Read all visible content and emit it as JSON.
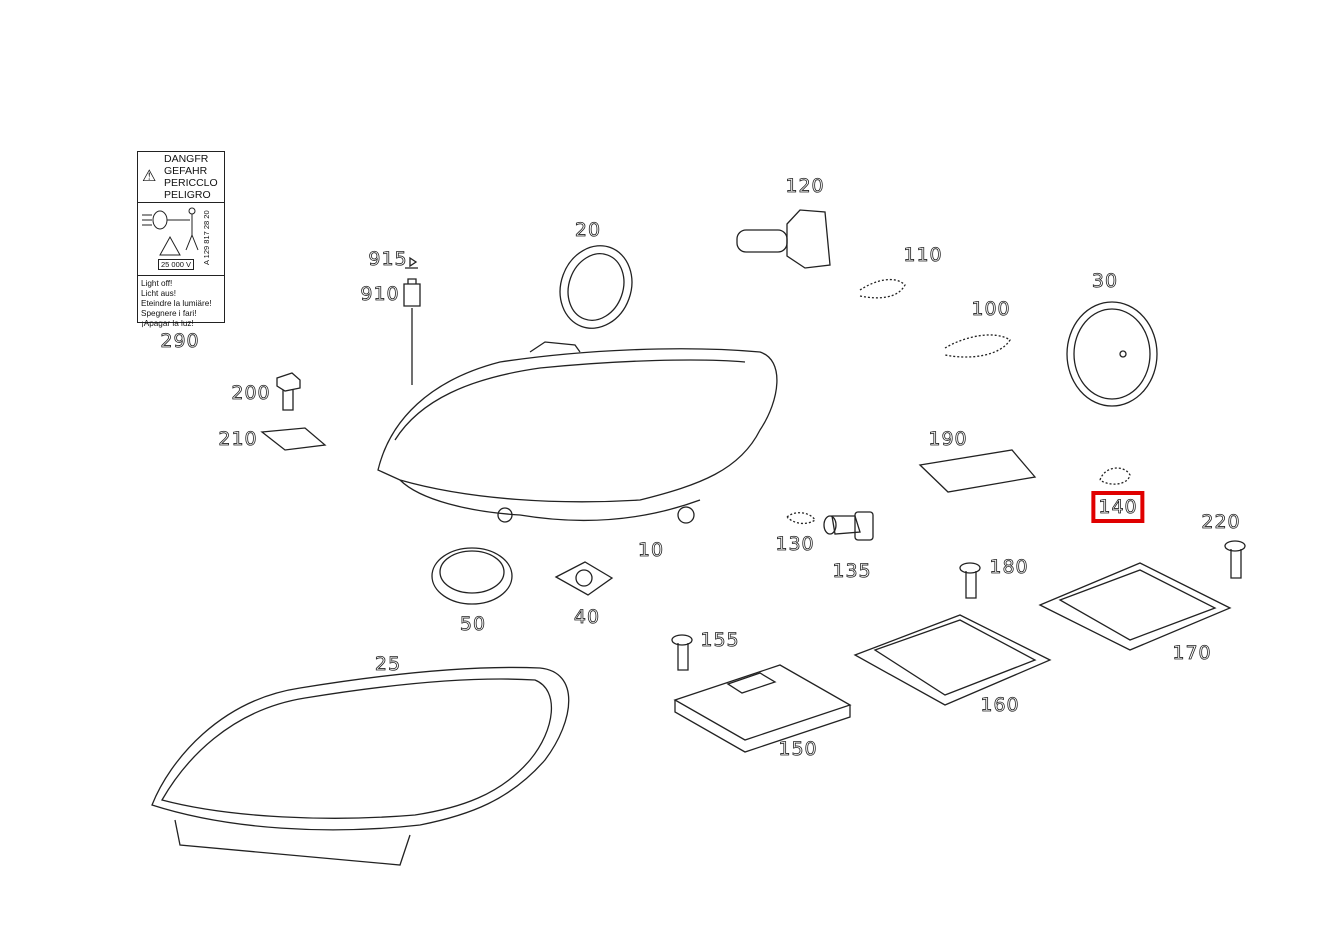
{
  "labels": {
    "p10": "10",
    "p20": "20",
    "p25": "25",
    "p30": "30",
    "p40": "40",
    "p50": "50",
    "p100": "100",
    "p110": "110",
    "p120": "120",
    "p130": "130",
    "p135": "135",
    "p140": "140",
    "p150": "150",
    "p155": "155",
    "p160": "160",
    "p170": "170",
    "p180": "180",
    "p190": "190",
    "p200": "200",
    "p210": "210",
    "p220": "220",
    "p290": "290",
    "p910": "910",
    "p915": "915"
  },
  "highlighted_part": "140",
  "highlight_color": "#e00000",
  "warning_label": {
    "headings": [
      "DANGFR",
      "GEFAHR",
      "PERICCLO",
      "PELIGRO"
    ],
    "voltage": "25 000 V",
    "part_code": "A 129 817 28 20",
    "instructions": [
      "Light off!",
      "Licht aus!",
      "Eteindre la lumiäre!",
      "Spegnere i fari!",
      "¡Apagar la luz!"
    ]
  }
}
